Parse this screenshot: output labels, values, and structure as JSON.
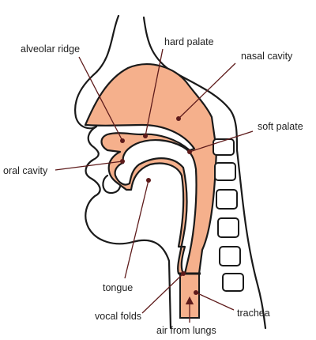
{
  "colors": {
    "tract_fill": "#f5b08c",
    "outline": "#1a1a1a",
    "leader": "#5e1b1b",
    "text": "#1f1f1f"
  },
  "labels": {
    "alveolar_ridge": "alveolar ridge",
    "hard_palate": "hard palate",
    "nasal_cavity": "nasal cavity",
    "soft_palate": "soft palate",
    "oral_cavity": "oral cavity",
    "tongue": "tongue",
    "vocal_folds": "vocal folds",
    "trachea": "trachea",
    "air_from_lungs": "air from lungs"
  }
}
